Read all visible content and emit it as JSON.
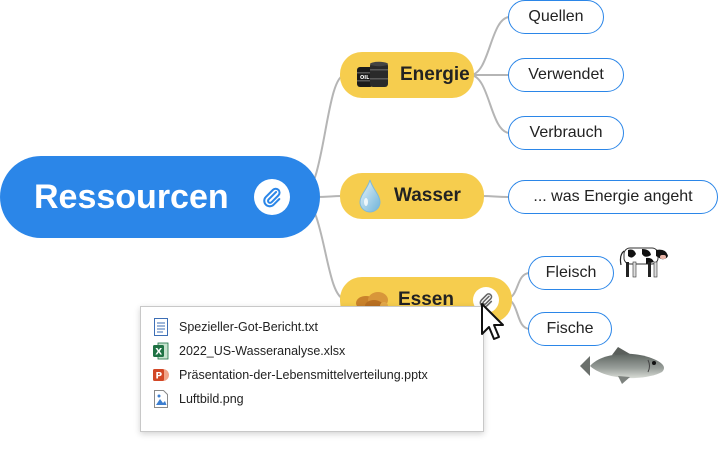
{
  "root": {
    "label": "Ressourcen",
    "icon": "paperclip-icon"
  },
  "branches": {
    "energie": {
      "label": "Energie",
      "icon": "oil-barrel-icon"
    },
    "wasser": {
      "label": "Wasser",
      "icon": "water-drop-icon"
    },
    "essen": {
      "label": "Essen",
      "icon": "food-icon",
      "attachment_icon": "paperclip-icon"
    }
  },
  "leaves": {
    "quellen": "Quellen",
    "verwendet": "Verwendet",
    "verbrauch": "Verbrauch",
    "energie_angeht": "... was Energie angeht",
    "fleisch": "Fleisch",
    "fische": "Fische"
  },
  "images": {
    "fleisch": "cow-image",
    "fische": "fish-image"
  },
  "attachments": [
    {
      "name": "Spezieller-Got-Bericht.txt",
      "icon": "text-file-icon"
    },
    {
      "name": "2022_US-Wasseranalyse.xlsx",
      "icon": "excel-file-icon"
    },
    {
      "name": "Präsentation-der-Lebensmittelverteilung.pptx",
      "icon": "powerpoint-file-icon"
    },
    {
      "name": "Luftbild.png",
      "icon": "image-file-icon"
    }
  ],
  "colors": {
    "root": "#2B86E8",
    "branch": "#F6CD4E",
    "leaf_border": "#2B86E8",
    "connector": "#b5b5b5"
  }
}
